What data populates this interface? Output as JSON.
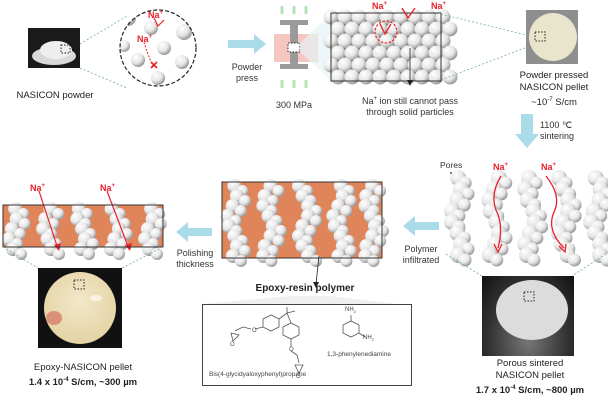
{
  "stage1": {
    "label": "NASICON powder",
    "ion": "Na",
    "ion_charge": "+"
  },
  "step_press": {
    "label_line1": "Powder",
    "label_line2": "press",
    "pressure": "300 MPa"
  },
  "stage2": {
    "ion": "Na",
    "ion_charge": "+",
    "note_line1": "ion still cannot pass",
    "note_line2": "through solid particles",
    "pellet_line1": "Powder pressed",
    "pellet_line2": "NASICON pellet",
    "conductivity_prefix": "~10",
    "conductivity_exp": "-7",
    "conductivity_unit": " S/cm"
  },
  "step_sinter": {
    "temperature": "1100 ℃",
    "label": "sintering"
  },
  "stage3": {
    "pores_label": "Pores",
    "ion": "Na",
    "ion_charge": "+",
    "pellet_line1": "Porous sintered",
    "pellet_line2": "NASICON pellet",
    "conductivity_prefix": "1.7 x 10",
    "conductivity_exp": "-4",
    "conductivity_unit": " S/cm, ~800 µm"
  },
  "step_polymer": {
    "label_line1": "Polymer",
    "label_line2": "infiltrated"
  },
  "stage4": {
    "polymer_title": "Epoxy-resin polymer",
    "compound1": "Bis(4-glycidyaloxyphenyl)propane",
    "compound2": "1,3-phenylenediamine",
    "nh2_top": "NH",
    "nh2_bottom": "NH",
    "sub2": "2"
  },
  "step_polish": {
    "label_line1": "Polishing",
    "label_line2": "thickness"
  },
  "stage5": {
    "ion": "Na",
    "ion_charge": "+",
    "pellet_line1": "Epoxy-NASICON pellet",
    "conductivity_prefix": "1.4 x 10",
    "conductivity_exp": "-4",
    "conductivity_unit": " S/cm, ~300 µm"
  },
  "colors": {
    "ion_red": "#e8202a",
    "arrow_blue": "#a9dbe8",
    "epoxy_orange": "#e0855a",
    "particle_white": "#f2f2f2",
    "press_gray": "#9a9a9a",
    "press_pink": "#f6c7c0",
    "press_green": "#b7e3b4"
  }
}
